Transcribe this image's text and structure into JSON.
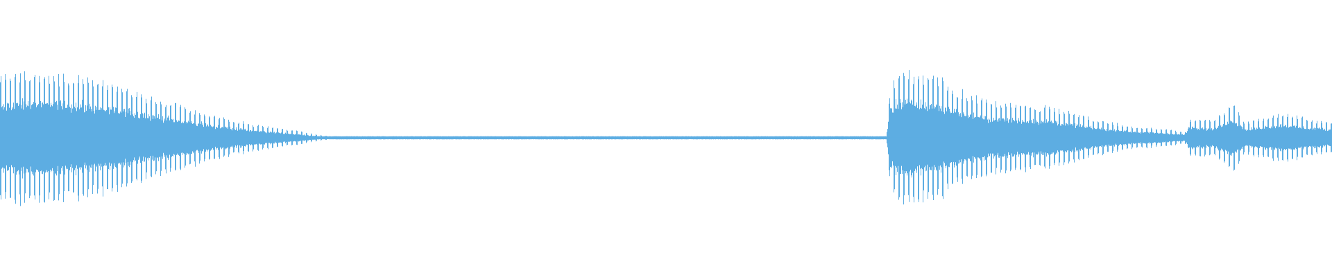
{
  "waveform": {
    "color": "#5dade2",
    "background": "#ffffff",
    "envelope": [
      [
        0.0,
        0.62
      ],
      [
        0.015,
        0.7
      ],
      [
        0.04,
        0.68
      ],
      [
        0.07,
        0.62
      ],
      [
        0.1,
        0.5
      ],
      [
        0.13,
        0.36
      ],
      [
        0.16,
        0.24
      ],
      [
        0.19,
        0.14
      ],
      [
        0.22,
        0.08
      ],
      [
        0.235,
        0.04
      ],
      [
        0.25,
        0.01
      ],
      [
        0.665,
        0.01
      ],
      [
        0.668,
        0.55
      ],
      [
        0.675,
        0.72
      ],
      [
        0.685,
        0.7
      ],
      [
        0.695,
        0.66
      ],
      [
        0.705,
        0.64
      ],
      [
        0.72,
        0.5
      ],
      [
        0.74,
        0.4
      ],
      [
        0.76,
        0.36
      ],
      [
        0.79,
        0.32
      ],
      [
        0.82,
        0.2
      ],
      [
        0.85,
        0.12
      ],
      [
        0.875,
        0.09
      ],
      [
        0.89,
        0.06
      ],
      [
        0.892,
        0.2
      ],
      [
        0.91,
        0.18
      ],
      [
        0.925,
        0.36
      ],
      [
        0.935,
        0.16
      ],
      [
        0.95,
        0.22
      ],
      [
        0.965,
        0.26
      ],
      [
        0.98,
        0.2
      ],
      [
        1.0,
        0.16
      ]
    ],
    "pulse_period": 7,
    "center_line_level": 0.015
  }
}
